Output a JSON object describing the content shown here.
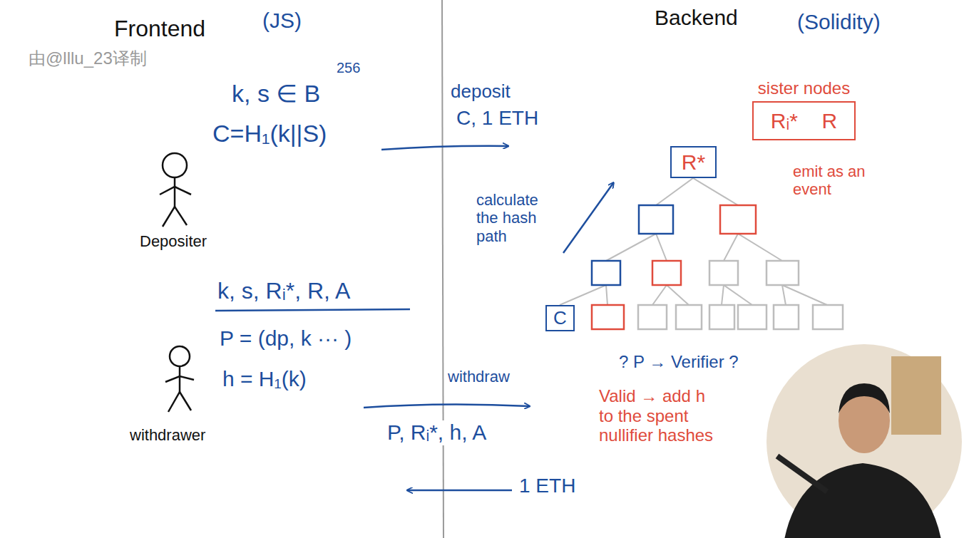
{
  "diagram": {
    "nodes": [
      {
        "text": [
          "sister nodes",
          "Rᵢ*",
          "R"
        ]
      },
      {
        "text": [
          "R*"
        ]
      },
      {
        "text": [
          "C"
        ]
      }
    ],
    "labels": [
      "Frontend",
      "(JS)",
      "Backend",
      "(Solidity)",
      "由@lllu_23译制",
      "k, s ∈ B",
      "256",
      "C=H₁(k||S)",
      "Depositer",
      "deposit",
      "C, 1 ETH",
      "calculate the hash path",
      "emit as an event",
      "k, s, Rᵢ*, R, A",
      "P = (dp, k ··· )",
      "h = H₁(k)",
      "withdrawer",
      "withdraw",
      "P, Rᵢ*, h, A",
      "1 ETH",
      "? P → Verifier ?",
      "Valid → add h to the spent nullifier hashes"
    ]
  }
}
